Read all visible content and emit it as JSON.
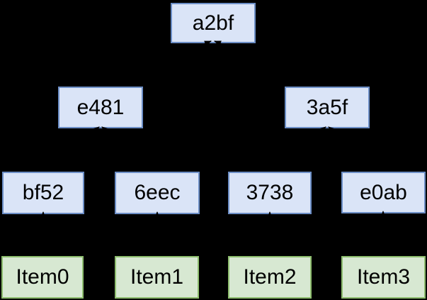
{
  "diagram": {
    "kind": "tree",
    "colors": {
      "background": "#000000",
      "text_color": "#000000",
      "node_fill_hash": "#dae4f7",
      "node_stroke_hash": "#6c8ec6",
      "node_fill_item": "#d7e8d2",
      "node_stroke_item": "#8dbd6e",
      "edge_color": "#000000"
    },
    "nodes": [
      {
        "id": "a2bf",
        "label": "a2bf",
        "kind": "hash",
        "level": 0
      },
      {
        "id": "e481",
        "label": "e481",
        "kind": "hash",
        "level": 1
      },
      {
        "id": "3a5f",
        "label": "3a5f",
        "kind": "hash",
        "level": 1
      },
      {
        "id": "bf52",
        "label": "bf52",
        "kind": "hash",
        "level": 2
      },
      {
        "id": "6eec",
        "label": "6eec",
        "kind": "hash",
        "level": 2
      },
      {
        "id": "3738",
        "label": "3738",
        "kind": "hash",
        "level": 2
      },
      {
        "id": "e0ab",
        "label": "e0ab",
        "kind": "hash",
        "level": 2
      },
      {
        "id": "item0",
        "label": "Item0",
        "kind": "item",
        "level": 3
      },
      {
        "id": "item1",
        "label": "Item1",
        "kind": "item",
        "level": 3
      },
      {
        "id": "item2",
        "label": "Item2",
        "kind": "item",
        "level": 3
      },
      {
        "id": "item3",
        "label": "Item3",
        "kind": "item",
        "level": 3
      }
    ],
    "edges": [
      {
        "from": "e481",
        "to": "a2bf"
      },
      {
        "from": "3a5f",
        "to": "a2bf"
      },
      {
        "from": "bf52",
        "to": "e481"
      },
      {
        "from": "6eec",
        "to": "e481"
      },
      {
        "from": "3738",
        "to": "3a5f"
      },
      {
        "from": "e0ab",
        "to": "3a5f"
      },
      {
        "from": "item0",
        "to": "bf52"
      },
      {
        "from": "item1",
        "to": "6eec"
      },
      {
        "from": "item2",
        "to": "3738"
      },
      {
        "from": "item3",
        "to": "e0ab"
      }
    ]
  }
}
